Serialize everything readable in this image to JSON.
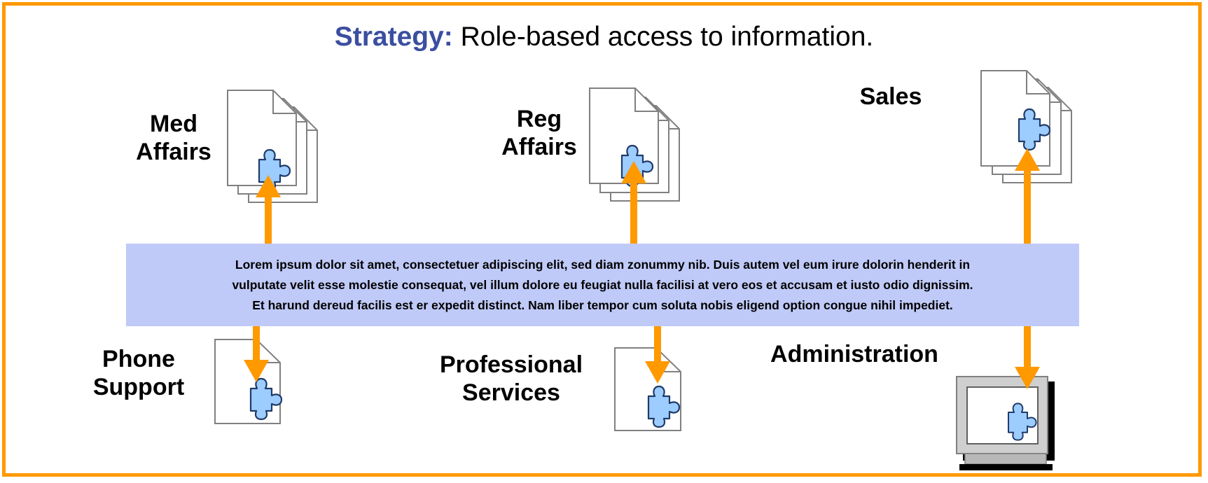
{
  "title": {
    "keyword": "Strategy:",
    "text": " Role-based access to information."
  },
  "roles": {
    "med_affairs": {
      "line1": "Med",
      "line2": "Affairs"
    },
    "reg_affairs": {
      "line1": "Reg",
      "line2": "Affairs"
    },
    "sales": {
      "line1": "Sales"
    },
    "phone_support": {
      "line1": "Phone",
      "line2": "Support"
    },
    "professional_services": {
      "line1": "Professional",
      "line2": "Services"
    },
    "administration": {
      "line1": "Administration"
    }
  },
  "banner": {
    "line1": "Lorem ipsum dolor sit amet, consectetuer adipiscing elit, sed diam zonummy nib. Duis autem vel eum irure dolorin henderit in",
    "line2": "vulputate velit esse molestie consequat, vel illum dolore eu feugiat nulla facilisi at vero eos et accusam et iusto odio dignissim.",
    "line3": "Et harund dereud facilis est er expedit distinct. Nam liber tempor cum soluta nobis eligend option congue nihil impediet."
  },
  "colors": {
    "border": "#FF9900",
    "arrow": "#FF9900",
    "banner": "#C0CAF8",
    "title_keyword": "#3B4FA0",
    "puzzle": "#9DCCFF"
  },
  "icons": [
    "document-stack-icon",
    "document-icon",
    "puzzle-piece-icon",
    "monitor-icon"
  ]
}
